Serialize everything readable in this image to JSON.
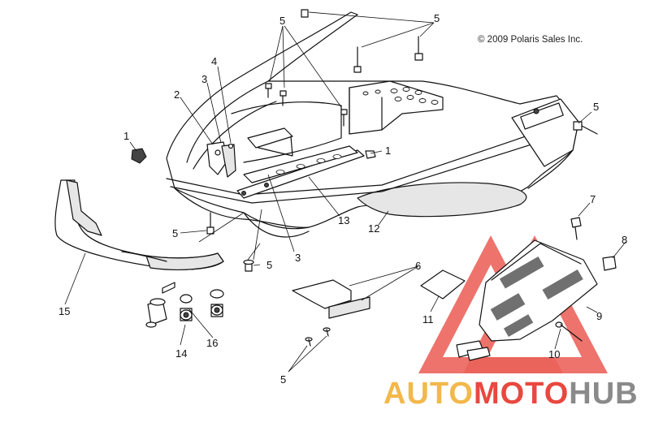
{
  "copyright": "© 2009 Polaris Sales Inc.",
  "callouts": [
    {
      "id": "c1a",
      "label": "1"
    },
    {
      "id": "c1b",
      "label": "1"
    },
    {
      "id": "c2",
      "label": "2"
    },
    {
      "id": "c3a",
      "label": "3"
    },
    {
      "id": "c3b",
      "label": "3"
    },
    {
      "id": "c4",
      "label": "4"
    },
    {
      "id": "c5a",
      "label": "5"
    },
    {
      "id": "c5b",
      "label": "5"
    },
    {
      "id": "c5c",
      "label": "5"
    },
    {
      "id": "c5d",
      "label": "5"
    },
    {
      "id": "c5e",
      "label": "5"
    },
    {
      "id": "c5f",
      "label": "5"
    },
    {
      "id": "c6",
      "label": "6"
    },
    {
      "id": "c7",
      "label": "7"
    },
    {
      "id": "c8",
      "label": "8"
    },
    {
      "id": "c9",
      "label": "9"
    },
    {
      "id": "c10",
      "label": "10"
    },
    {
      "id": "c11",
      "label": "11"
    },
    {
      "id": "c12",
      "label": "12"
    },
    {
      "id": "c13",
      "label": "13"
    },
    {
      "id": "c14",
      "label": "14"
    },
    {
      "id": "c15",
      "label": "15"
    },
    {
      "id": "c16",
      "label": "16"
    }
  ],
  "watermark": {
    "part1": "AUTO",
    "part2": "MOTO",
    "part3": "HUB",
    "colors": {
      "part1": "#f2b84b",
      "part2": "#e8483f",
      "part3": "#8a8a8a",
      "triangle": "#e8483f"
    }
  }
}
